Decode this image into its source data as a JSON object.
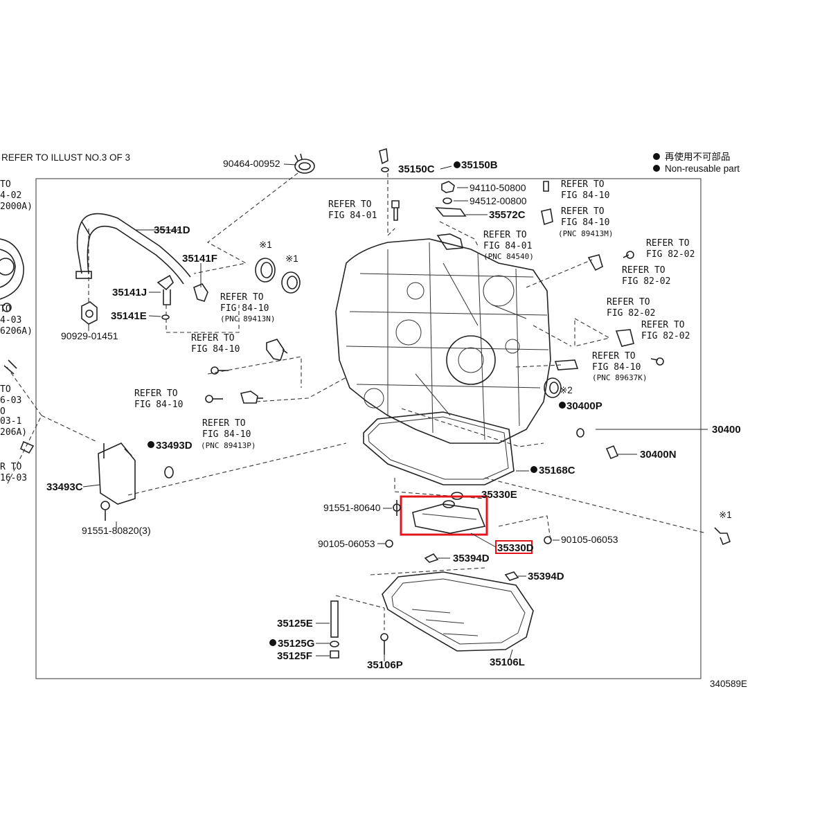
{
  "header": {
    "refer_illust": "REFER TO ILLUST NO.3 OF 3"
  },
  "legend": {
    "jp": "再使用不可部品",
    "en": "Non-reusable part"
  },
  "diagram_id": "340589E",
  "left_cut_text": [
    "TO",
    "4-02",
    "2000A)",
    "TO",
    "4-03",
    "6206A)",
    "TO",
    "6-03",
    "O",
    "03-1",
    "206A)",
    "R TO",
    "16-03"
  ],
  "part_labels": {
    "p90464": "90464-00952",
    "p35150C": "35150C",
    "p35150B": "35150B",
    "p94110": "94110-50800",
    "p94512": "94512-00800",
    "p35572C": "35572C",
    "p35141D": "35141D",
    "p35141F": "35141F",
    "p35141J": "35141J",
    "p35141E": "35141E",
    "p90929": "90929-01451",
    "p33493D": "33493D",
    "p33493C": "33493C",
    "p91551_80820": "91551-80820(3)",
    "p30400P": "30400P",
    "p30400N": "30400N",
    "p30400": "30400",
    "p35168C": "35168C",
    "p35330E": "35330E",
    "p91551_80640": "91551-80640",
    "p90105_a": "90105-06053",
    "p90105_b": "90105-06053",
    "p35330D": "35330D",
    "p35394D_a": "35394D",
    "p35394D_b": "35394D",
    "p35125E": "35125E",
    "p35125G": "35125G",
    "p35125F": "35125F",
    "p35106P": "35106P",
    "p35106L": "35106L"
  },
  "refer_labels": {
    "r1_a": "REFER TO",
    "r1_b": "FIG 84-01",
    "r2_a": "REFER TO",
    "r2_b": "FIG 84-10",
    "r3_a": "REFER TO",
    "r3_b": "FIG 84-10",
    "r3_c": "(PNC 89413M)",
    "r4_a": "REFER TO",
    "r4_b": "FIG 84-01",
    "r4_c": "(PNC 84540)",
    "r5_a": "REFER TO",
    "r5_b": "FIG 82-02",
    "r6_a": "REFER TO",
    "r6_b": "FIG 82-02",
    "r7_a": "REFER TO",
    "r7_b": "FIG 84-10",
    "r7_c": "(PNC 89413N)",
    "r8_a": "REFER TO",
    "r8_b": "FIG 84-10",
    "r9_a": "REFER TO",
    "r9_b": "FIG 82-02",
    "r10_a": "REFER TO",
    "r10_b": "FIG 82-02",
    "r11_a": "REFER TO",
    "r11_b": "FIG 84-10",
    "r11_c": "(PNC 89637K)",
    "r12_a": "REFER TO",
    "r12_b": "FIG 84-10",
    "r13_a": "REFER TO",
    "r13_b": "FIG 84-10",
    "r13_c": "(PNC 89413P)"
  },
  "notes": {
    "n1": "※1",
    "n2": "※1",
    "n3": "※2",
    "n4": "※1"
  },
  "highlight": {
    "color": "#e3141b",
    "target_label": "35330D"
  }
}
